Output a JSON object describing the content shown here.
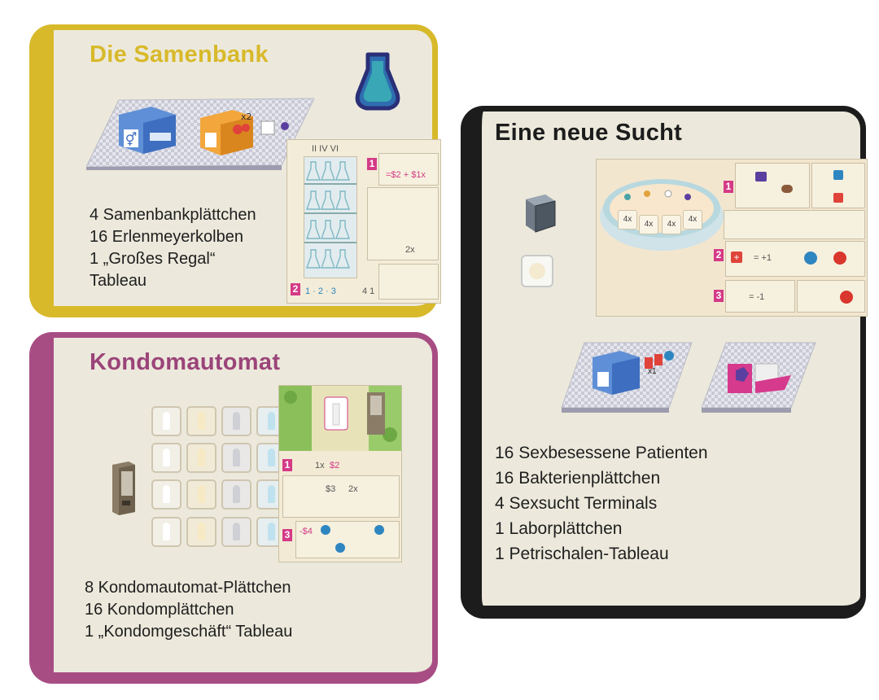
{
  "samenbank": {
    "title": "Die Samenbank",
    "items": [
      "4 Samenbankplättchen",
      "16 Erlenmeyerkolben",
      "1 „Großes Regal“",
      "Tableau"
    ],
    "board": {
      "roman_numerals": "II IV VI",
      "section_1_cost": "=$2 + $1x",
      "numbers": [
        "1",
        "2"
      ],
      "row_2x": "2x",
      "dots_row": "1 · 2 · 3",
      "small_label": "4  1"
    }
  },
  "kondomautomat": {
    "title": "Kondomautomat",
    "items": [
      "8 Kondomautomat-Plättchen",
      "16 Kondomplättchen",
      "1 „Kondomgeschäft“ Tableau"
    ],
    "board": {
      "numbers": [
        "1",
        "3"
      ],
      "cost_a": "1x",
      "price_a": "$2",
      "price_b": "$3",
      "cost_b": "2x",
      "price_c": "-$4"
    }
  },
  "sucht": {
    "title": "Eine neue Sucht",
    "items": [
      "16 Sexbesessene Patienten",
      "16 Bakterienplättchen",
      "4 Sexsucht Terminals",
      "1 Laborplättchen",
      "1 Petrischalen-Tableau"
    ],
    "board": {
      "numbers": [
        "1",
        "2",
        "3"
      ],
      "dish_labels": [
        "4x",
        "4x",
        "4x",
        "4x"
      ],
      "plus_one": "= +1",
      "minus_one": "= -1"
    },
    "lab_tile_label": "x1"
  },
  "colors": {
    "samenbank_frame": "#d8b92a",
    "samenbank_title": "#d8b92a",
    "kondom_frame": "#a84d84",
    "kondom_title": "#9b4479",
    "sucht_frame": "#1c1c1c",
    "card_bg": "#ece9dc",
    "accent_pink": "#d43a87"
  }
}
